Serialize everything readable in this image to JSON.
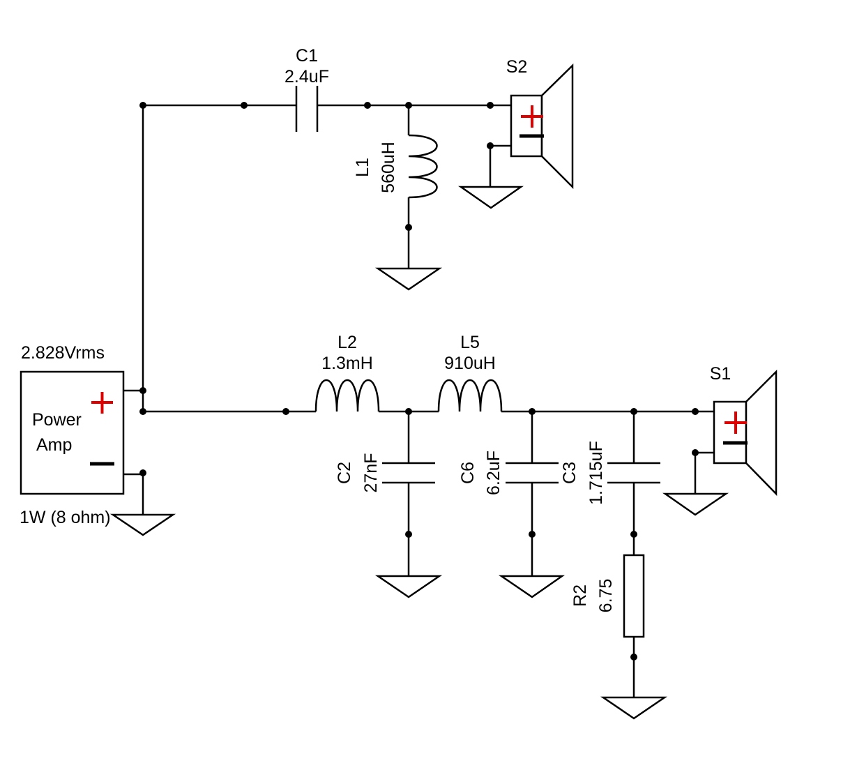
{
  "amp": {
    "voltage": "2.828Vrms",
    "name_line1": "Power",
    "name_line2": "Amp",
    "power": "1W (8 ohm)"
  },
  "components": {
    "c1": {
      "ref": "C1",
      "value": "2.4uF"
    },
    "l1": {
      "ref": "L1",
      "value": "560uH"
    },
    "s2": {
      "ref": "S2"
    },
    "l2": {
      "ref": "L2",
      "value": "1.3mH"
    },
    "l5": {
      "ref": "L5",
      "value": "910uH"
    },
    "s1": {
      "ref": "S1"
    },
    "c2": {
      "ref": "C2",
      "value": "27nF"
    },
    "c6": {
      "ref": "C6",
      "value": "6.2uF"
    },
    "c3": {
      "ref": "C3",
      "value": "1.715uF"
    },
    "r2": {
      "ref": "R2",
      "value": "6.75"
    }
  },
  "colors": {
    "wire": "#000000",
    "positive_marker": "#e00000"
  }
}
